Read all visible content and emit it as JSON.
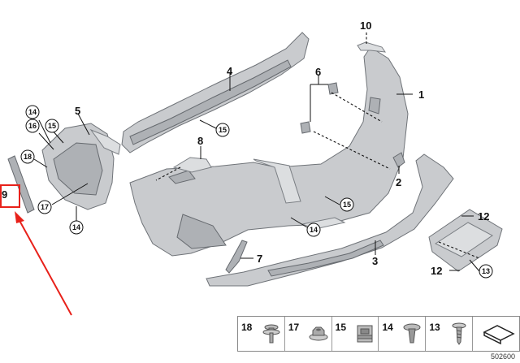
{
  "callouts": {
    "c1": "1",
    "c2": "2",
    "c3": "3",
    "c4": "4",
    "c5": "5",
    "c6": "6",
    "c7": "7",
    "c8": "8",
    "c9": "9",
    "c10": "10",
    "c12a": "12",
    "c12b": "12",
    "c13": "13",
    "c14a": "14",
    "c14b": "14",
    "c14c": "14",
    "c15a": "15",
    "c15b": "15",
    "c15c": "15",
    "c16": "16",
    "c18": "18",
    "c17": "17"
  },
  "highlight": {
    "color": "#e8211a"
  },
  "legend": {
    "items": [
      {
        "label": "18",
        "icon": "screw-with-washer-icon"
      },
      {
        "label": "17",
        "icon": "hex-nut-flange-icon"
      },
      {
        "label": "15",
        "icon": "clip-nut-icon"
      },
      {
        "label": "14",
        "icon": "expanding-rivet-icon"
      },
      {
        "label": "13",
        "icon": "self-tapping-screw-icon"
      },
      {
        "label": "",
        "icon": "bracket-symbol-icon"
      }
    ]
  },
  "doc_id": "502600"
}
